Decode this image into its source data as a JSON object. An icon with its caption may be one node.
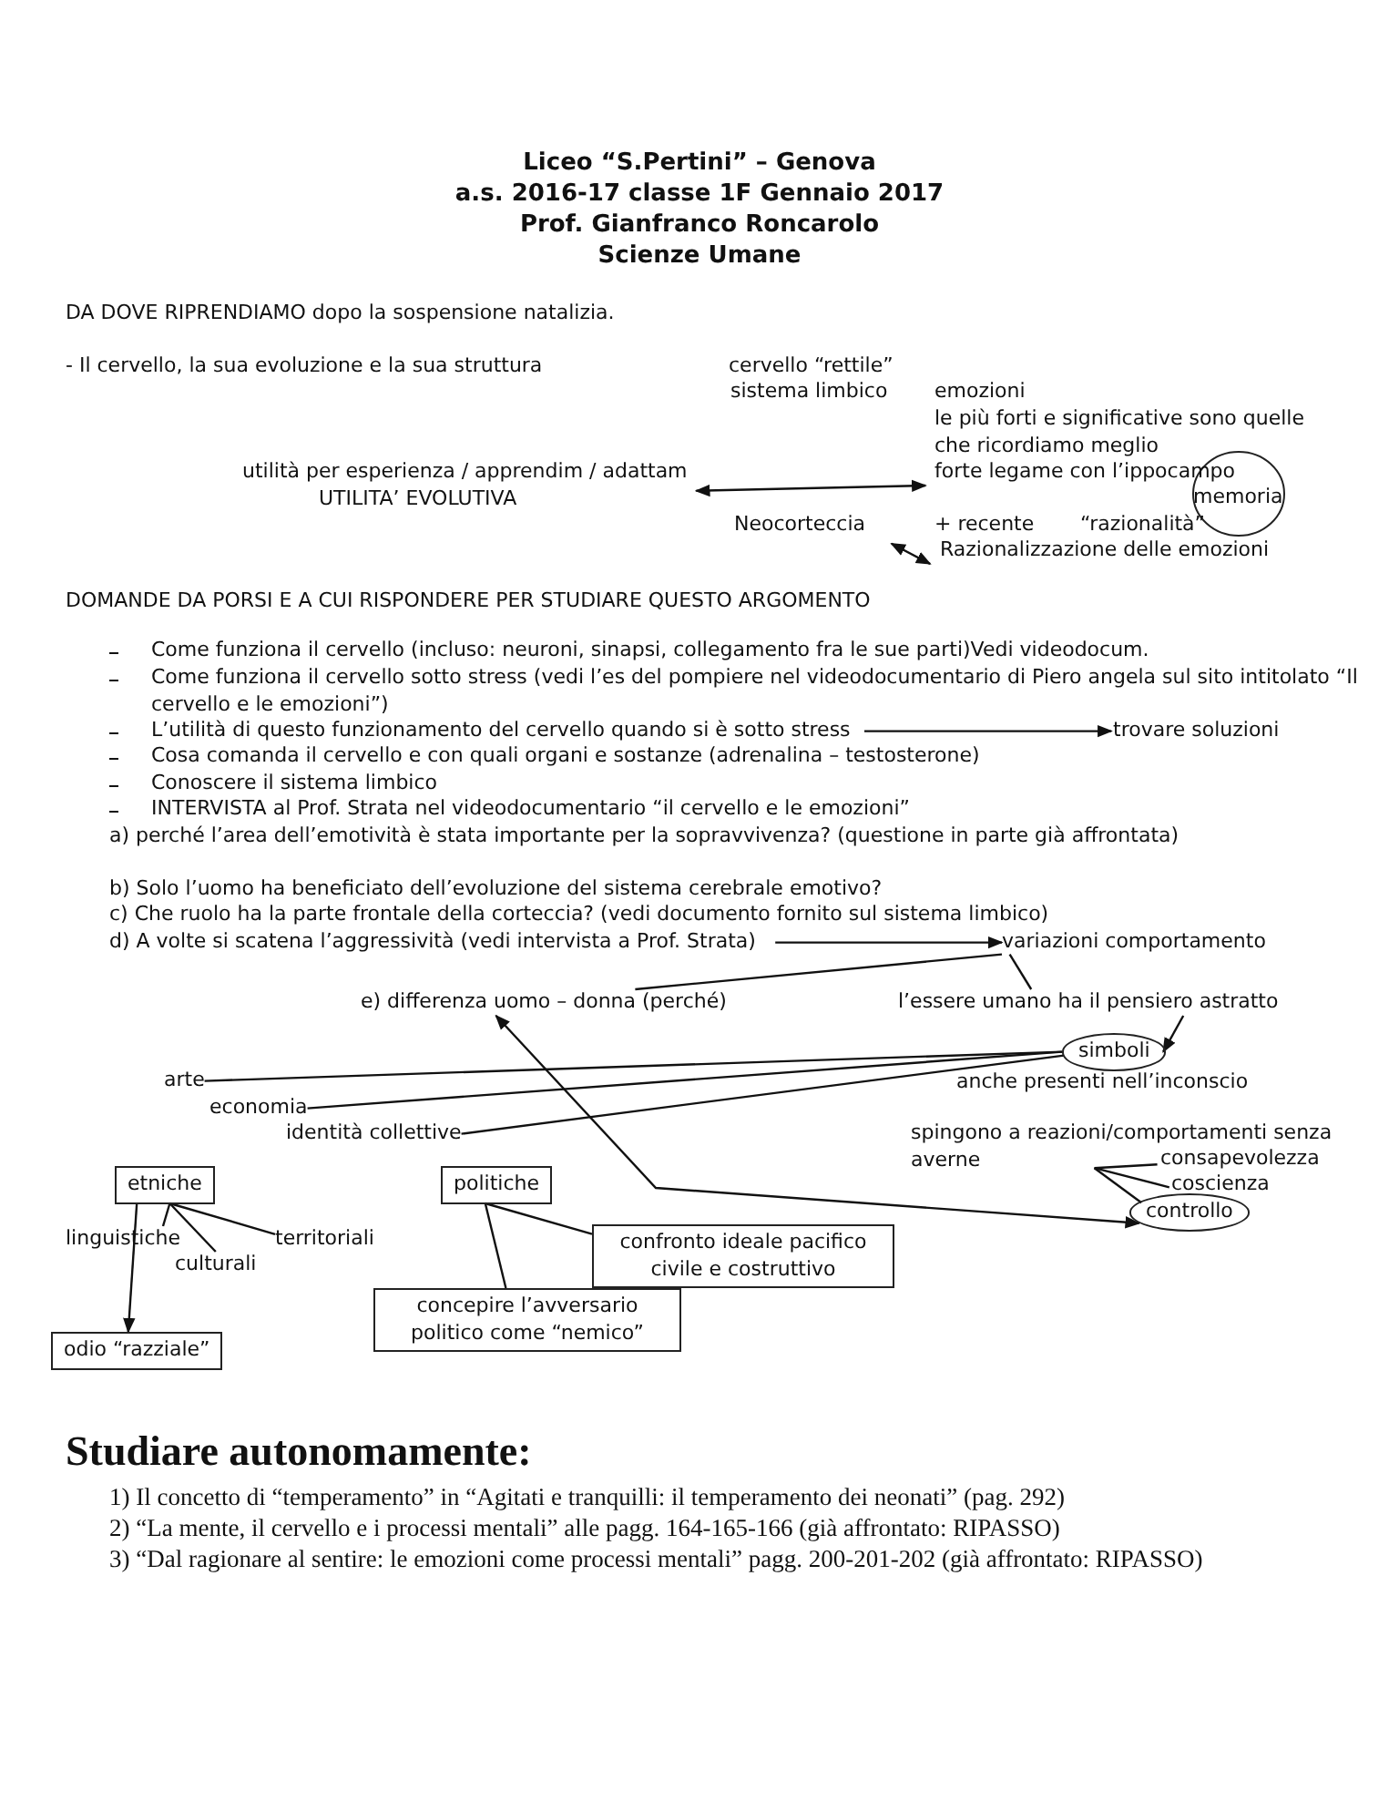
{
  "diagram": {
    "title": "Liceo “S.Pertini” – Genova",
    "nodes": [
      {
        "text": [
          "utilità per esperienza / apprendim / adattam",
          "UTILITA’ EVOLUTIVA"
        ]
      },
      {
        "text": [
          "forte legame con l’ippocampo"
        ]
      },
      {
        "text": [
          "Neocorteccia"
        ]
      },
      {
        "text": [
          "Razionalizzazione delle emozioni"
        ]
      },
      {
        "text": [
          "L’utilità di questo funzionamento del cervello quando si è sotto stress"
        ]
      },
      {
        "text": [
          "trovare soluzioni"
        ]
      },
      {
        "text": [
          "d) A volte si scatena l’aggressività (vedi intervista a Prof. Strata)"
        ]
      },
      {
        "text": [
          "variazioni comportamento"
        ]
      },
      {
        "text": [
          "e) differenza uomo – donna (perché)"
        ]
      },
      {
        "text": [
          "l’essere umano ha il pensiero astratto"
        ]
      },
      {
        "text": [
          "simboli"
        ],
        "beside": [
          "anche presenti nell’inconscio"
        ]
      },
      {
        "text": [
          "arte"
        ]
      },
      {
        "text": [
          "economia"
        ]
      },
      {
        "text": [
          "identità collettive"
        ]
      },
      {
        "text": [
          "spingono a reazioni/comportamenti senza averne"
        ]
      },
      {
        "text": [
          "consapevolezza"
        ]
      },
      {
        "text": [
          "coscienza"
        ]
      },
      {
        "text": [
          "controllo"
        ]
      },
      {
        "text": [
          "etniche"
        ]
      },
      {
        "text": [
          "politiche"
        ]
      },
      {
        "text": [
          "linguistiche"
        ]
      },
      {
        "text": [
          "territoriali"
        ]
      },
      {
        "text": [
          "culturali"
        ]
      },
      {
        "text": [
          "confronto ideale pacifico civile e costruttivo"
        ]
      },
      {
        "text": [
          "concepire l’avversario politico come “nemico”"
        ]
      },
      {
        "text": [
          "odio “razziale”"
        ]
      }
    ],
    "edges": [
      {
        "from": 0,
        "to": 1,
        "arrow": "both"
      },
      {
        "from": 2,
        "to": 3,
        "arrow": "both"
      },
      {
        "from": 4,
        "to": 5,
        "arrow": "to"
      },
      {
        "from": 6,
        "to": 7,
        "arrow": "to"
      },
      {
        "from": 7,
        "to": 8,
        "arrow": "none"
      },
      {
        "from": 7,
        "to": 9,
        "arrow": "none"
      },
      {
        "from": 9,
        "to": 10,
        "arrow": "to"
      },
      {
        "from": 10,
        "to": 11,
        "arrow": "none"
      },
      {
        "from": 10,
        "to": 12,
        "arrow": "none"
      },
      {
        "from": 10,
        "to": 13,
        "arrow": "none"
      },
      {
        "from": 8,
        "to": 17,
        "arrow": "both"
      },
      {
        "from": 14,
        "to": 15,
        "arrow": "none"
      },
      {
        "from": 14,
        "to": 16,
        "arrow": "none"
      },
      {
        "from": 14,
        "to": 17,
        "arrow": "none"
      },
      {
        "from": 18,
        "to": 20,
        "arrow": "none"
      },
      {
        "from": 18,
        "to": 22,
        "arrow": "none"
      },
      {
        "from": 18,
        "to": 21,
        "arrow": "none"
      },
      {
        "from": 18,
        "to": 25,
        "arrow": "to"
      },
      {
        "from": 19,
        "to": 23,
        "arrow": "none"
      },
      {
        "from": 19,
        "to": 24,
        "arrow": "none"
      }
    ],
    "labels": [
      "a.s. 2016-17 classe 1F Gennaio 2017",
      "Prof. Gianfranco Roncarolo",
      "Scienze Umane",
      "DA DOVE RIPRENDIAMO dopo la sospensione natalizia.",
      "- Il cervello, la sua evoluzione e la sua struttura",
      "cervello “rettile”",
      "sistema limbico",
      "emozioni",
      "le più forti e significative sono quelle che ricordiamo meglio",
      "memoria",
      "+ recente",
      "“razionalità”",
      "DOMANDE DA PORSI E A CUI RISPONDERE PER STUDIARE QUESTO ARGOMENTO",
      "Come funziona il cervello (incluso: neuroni, sinapsi, collegamento fra le sue parti)Vedi videodocum.",
      "Come funziona il cervello sotto stress (vedi l’es del pompiere nel videodocumentario di Piero angela sul sito intitolato “Il cervello e le emozioni”)",
      "Cosa comanda il cervello e con quali organi e sostanze (adrenalina – testosterone)",
      "Conoscere il sistema limbico",
      "INTERVISTA al Prof. Strata nel videodocumentario “il cervello e le emozioni”",
      "a) perché l’area dell’emotività è stata importante per la sopravvivenza? (questione in parte già affrontata)",
      "b) Solo l’uomo ha beneficiato dell’evoluzione del sistema cerebrale emotivo?",
      "c) Che ruolo ha la parte frontale della corteccia? (vedi documento fornito sul sistema limbico)",
      "Studiare autonomamente:",
      "1) Il concetto di “temperamento” in “Agitati e tranquilli: il temperamento dei neonati” (pag. 292)",
      "2) “La mente, il cervello e i processi mentali” alle pagg. 164-165-166 (già affrontato: RIPASSO)",
      "3) “Dal ragionare al sentire: le emozioni come processi mentali” pagg. 200-201-202 (già affrontato: RIPASSO)"
    ]
  }
}
